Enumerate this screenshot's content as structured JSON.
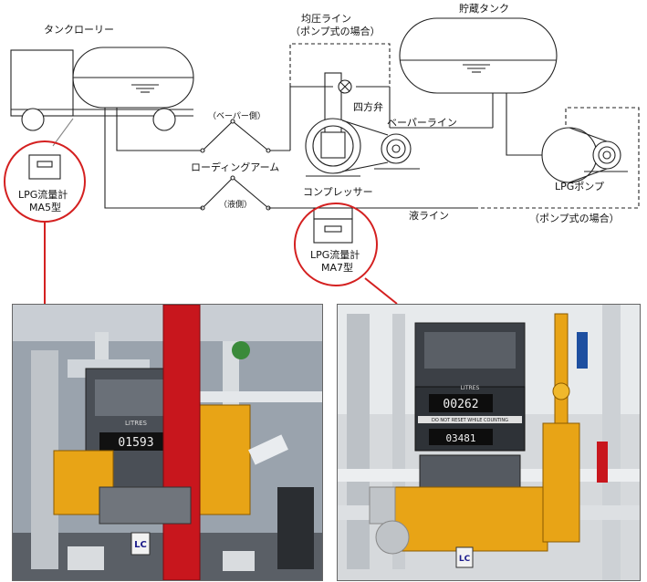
{
  "labels": {
    "tank_lorry": "タンクローリー",
    "pressure_line_1": "均圧ライン",
    "pressure_line_2": "（ポンプ式の場合）",
    "storage_tank": "貯蔵タンク",
    "four_way_valve": "四方弁",
    "vapor_line": "ベーパーライン",
    "vapor_side": "（ベーパー側）",
    "loading_arm": "ローディングアーム",
    "liquid_side": "（液側）",
    "compressor": "コンプレッサー",
    "liquid_line": "液ライン",
    "lpg_pump": "LPGポンプ",
    "pump_case": "（ポンプ式の場合）",
    "meter_ma5_1": "LPG流量計",
    "meter_ma5_2": "MA5型",
    "meter_ma7_1": "LPG流量計",
    "meter_ma7_2": "MA7型"
  },
  "photos": {
    "left": {
      "counter_value": "01593",
      "brand": "LITRES",
      "logo": "LC"
    },
    "right": {
      "counter_value": "00262",
      "counter_value_2": "03481",
      "brand": "LITRES",
      "warning": "DO NOT RESET WHILE COUNTING",
      "logo": "LC"
    }
  },
  "colors": {
    "accent_red": "#d42020",
    "meter_orange": "#e8a416",
    "frame_red": "#c8161d"
  }
}
